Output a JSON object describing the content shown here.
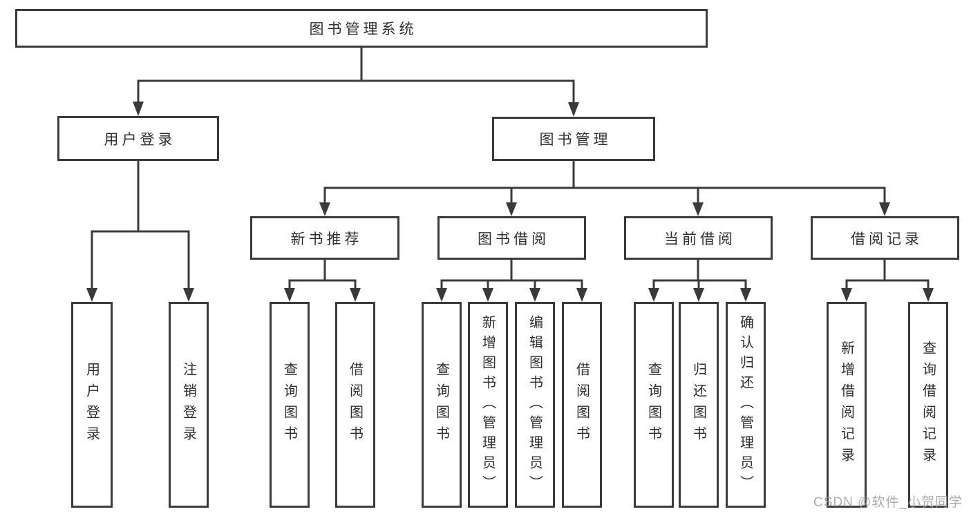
{
  "root_label": "图书管理系统",
  "level2": {
    "user_login": "用户登录",
    "book_management": "图书管理"
  },
  "user_login_children": [
    "用户登录",
    "注销登录"
  ],
  "level3": [
    "新书推荐",
    "图书借阅",
    "当前借阅",
    "借阅记录"
  ],
  "children": {
    "new_book": [
      "查询图书",
      "借阅图书"
    ],
    "book_borrow": [
      "查询图书",
      "新增图书（管理员）",
      "编辑图书（管理员）",
      "借阅图书"
    ],
    "current_borrow": [
      "查询图书",
      "归还图书",
      "确认归还（管理员）"
    ],
    "borrow_record": [
      "新增借阅记录",
      "查询借阅记录"
    ]
  },
  "watermark": "CSDN @软件_小贺同学",
  "colors": {
    "line": "#3a3a3a",
    "text": "#2f2f2f",
    "background": "#ffffff",
    "watermark": "#9e9e9e"
  }
}
